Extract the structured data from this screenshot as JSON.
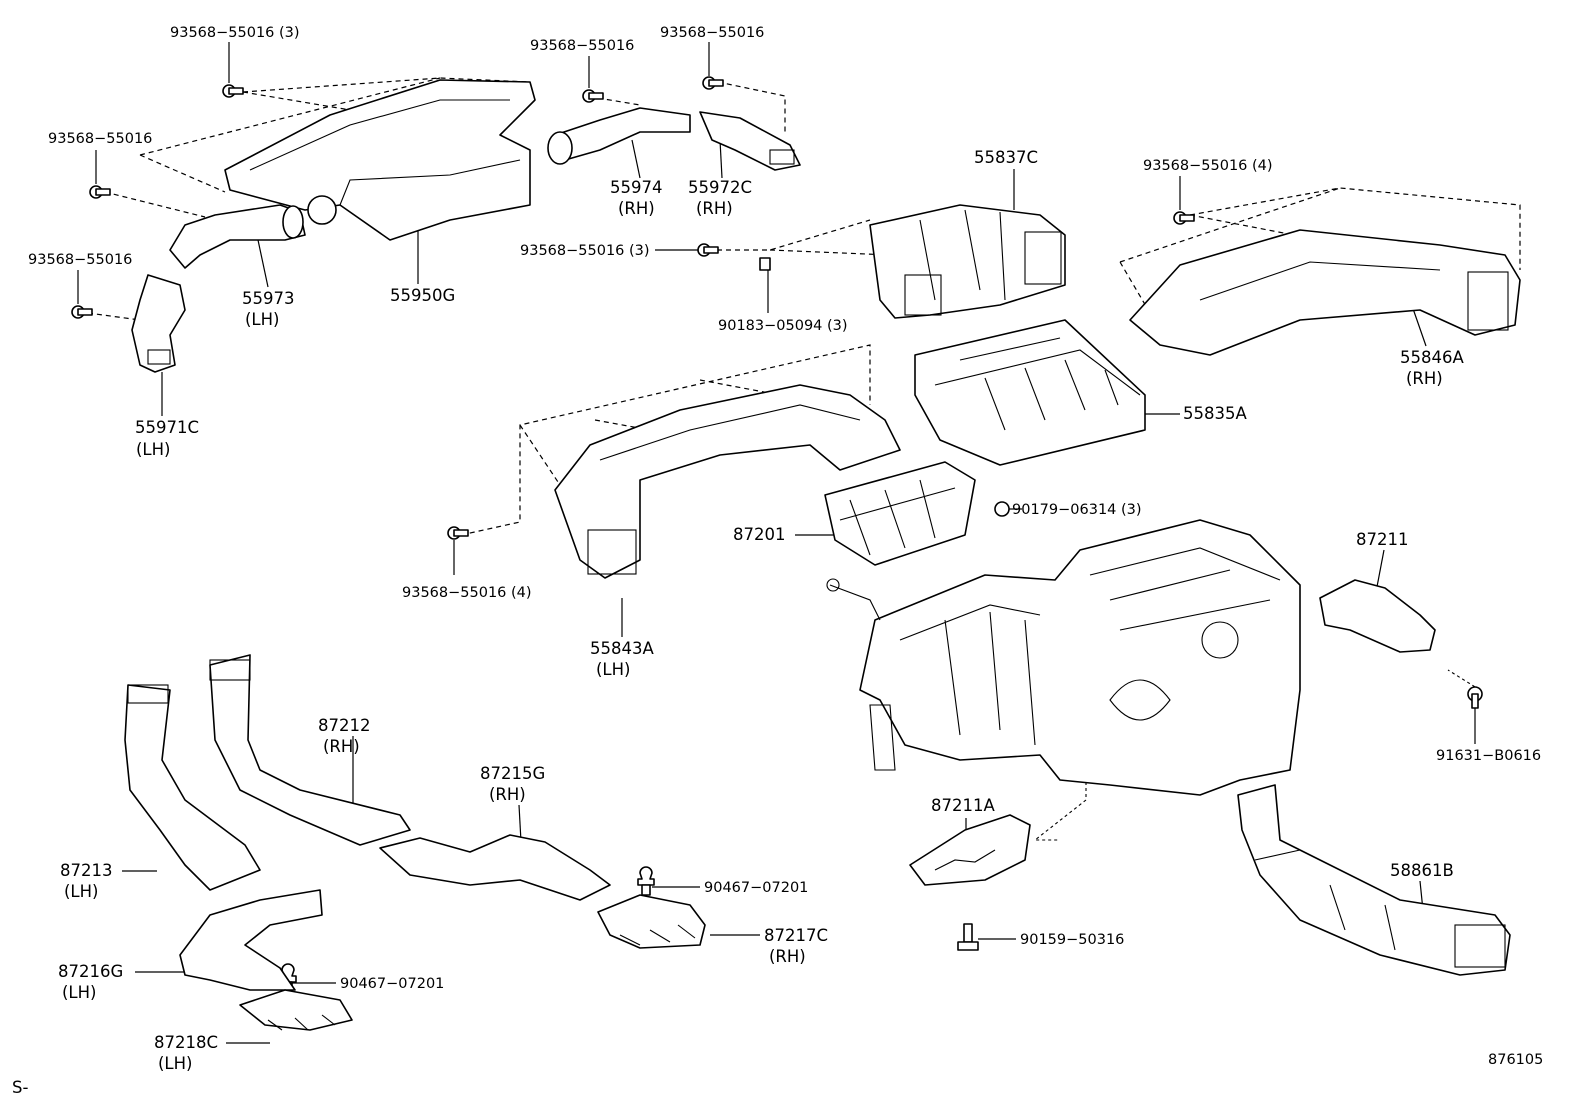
{
  "diagram_id": "876105",
  "corner_mark": "S-",
  "callouts": {
    "bolt_top_a": "93568−55016 (3)",
    "bolt_top_b": "93568−55016",
    "bolt_top_c": "93568−55016",
    "bolt_left_a": "93568−55016",
    "bolt_left_b": "93568−55016",
    "bolt_mid": "93568−55016 (3)",
    "bolt_right": "93568−55016 (4)",
    "bolt_duct": "93568−55016 (4)",
    "p55974": "55974",
    "p55974_side": "(RH)",
    "p55972c": "55972C",
    "p55972c_side": "(RH)",
    "p55837c": "55837C",
    "p55973": "55973",
    "p55973_side": "(LH)",
    "p55950g": "55950G",
    "p90183": "90183−05094 (3)",
    "p55846a": "55846A",
    "p55846a_side": "(RH)",
    "p55971c": "55971C",
    "p55971c_side": "(LH)",
    "p55835a": "55835A",
    "p90179": "90179−06314 (3)",
    "p87201": "87201",
    "p87211": "87211",
    "p55843a": "55843A",
    "p55843a_side": "(LH)",
    "p87212": "87212",
    "p87212_side": "(RH)",
    "p87215g": "87215G",
    "p87215g_side": "(RH)",
    "p91631": "91631−B0616",
    "p87211a": "87211A",
    "p58861b": "58861B",
    "p87213": "87213",
    "p87213_side": "(LH)",
    "p90467_a": "90467−07201",
    "p87217c": "87217C",
    "p87217c_side": "(RH)",
    "p90159": "90159−50316",
    "p87216g": "87216G",
    "p87216g_side": "(LH)",
    "p90467_b": "90467−07201",
    "p87218c": "87218C",
    "p87218c_side": "(LH)"
  }
}
